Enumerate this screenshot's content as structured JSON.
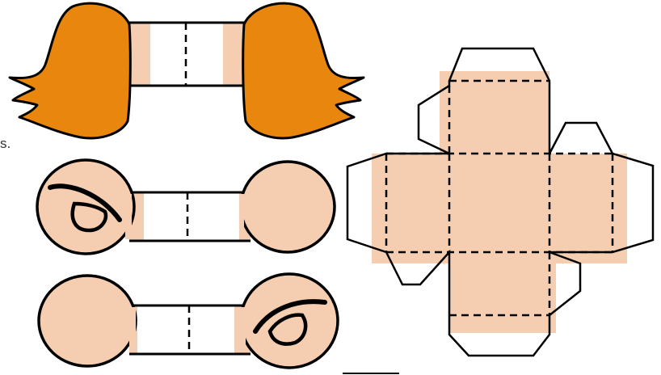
{
  "page": {
    "fragment_text": "s."
  },
  "pieces": [
    {
      "name": "hair-strip",
      "description_visible": false
    },
    {
      "name": "left-eye-strip",
      "description_visible": false
    },
    {
      "name": "right-eye-strip",
      "description_visible": false
    },
    {
      "name": "cube-net",
      "description_visible": false
    }
  ],
  "colors": {
    "hair": "#e8860e",
    "skin": "#f5cdb0",
    "outline": "#000000",
    "paper": "#ffffff"
  }
}
